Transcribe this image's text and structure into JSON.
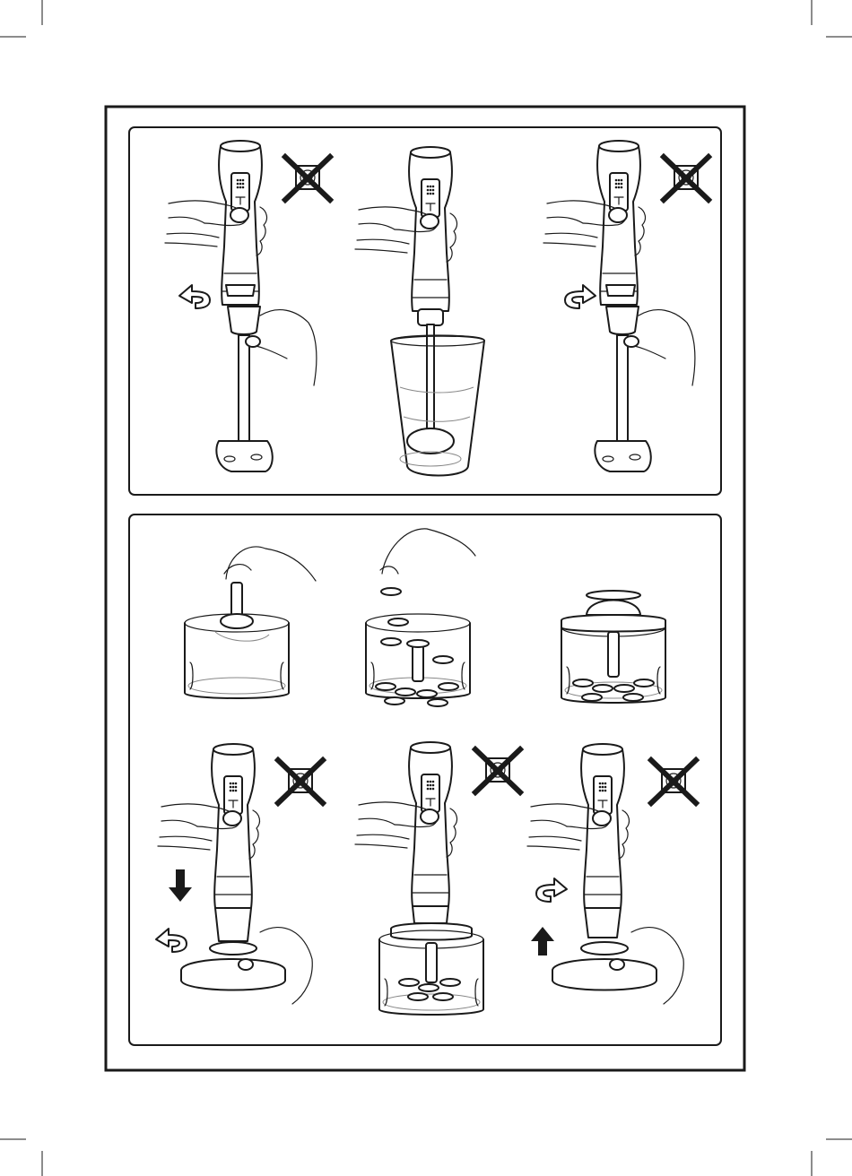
{
  "colors": {
    "ink": "#1a1a1a",
    "paper": "#ffffff",
    "faint": "#888888"
  },
  "panels": [
    {
      "name": "attach-blender-leg",
      "steps": [
        {
          "name": "detach-blender-leg",
          "hand_grip": true,
          "unplugged_warning": true,
          "rotate_arrow": "left"
        },
        {
          "name": "blend-in-beaker",
          "hand_grip": true,
          "unplugged_warning": false,
          "container": "measuring-beaker"
        },
        {
          "name": "attach-blender-leg",
          "hand_grip": true,
          "unplugged_warning": true,
          "rotate_arrow": "right"
        }
      ]
    },
    {
      "name": "chopper-assembly",
      "steps": [
        {
          "name": "insert-chopper-blade",
          "container": "chopper-bowl"
        },
        {
          "name": "add-food-pieces",
          "container": "chopper-bowl"
        },
        {
          "name": "place-chopper-lid",
          "container": "chopper-bowl-with-lid"
        },
        {
          "name": "lower-motor-onto-lid",
          "unplugged_warning": true,
          "direction_arrow": "down",
          "rotate_arrow": "left"
        },
        {
          "name": "chop",
          "unplugged_warning": true
        },
        {
          "name": "lift-motor-off-lid",
          "unplugged_warning": true,
          "direction_arrow": "up",
          "rotate_arrow": "right"
        }
      ]
    }
  ]
}
